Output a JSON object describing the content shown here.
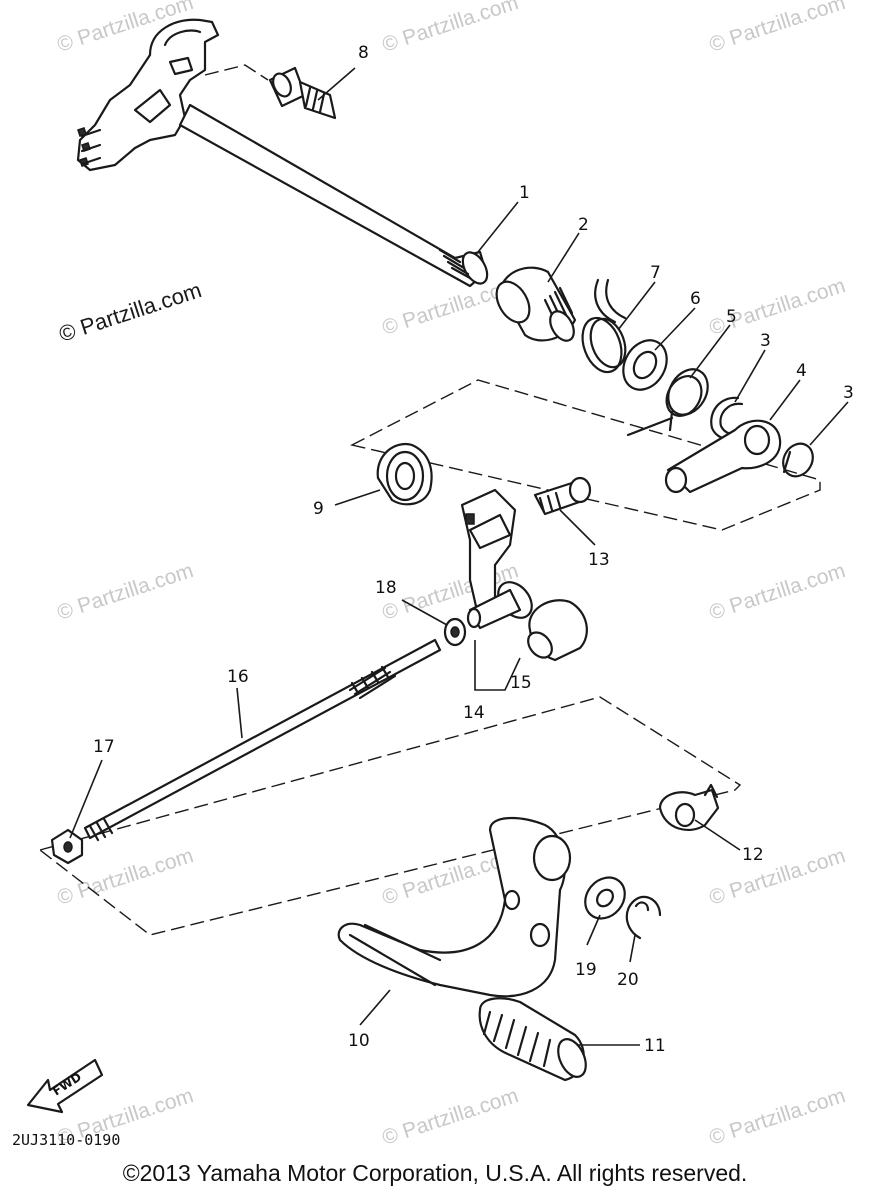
{
  "diagram": {
    "callouts": [
      "1",
      "2",
      "3",
      "3",
      "4",
      "5",
      "6",
      "7",
      "8",
      "9",
      "10",
      "11",
      "12",
      "13",
      "14",
      "15",
      "16",
      "17",
      "18",
      "19",
      "20"
    ],
    "part_code": "2UJ3110-0190",
    "fwd_label": "FWD",
    "watermark": "© Partzilla.com",
    "watermark_main": "© Partzilla.com"
  },
  "footer": {
    "copyright": "©2013 Yamaha Motor Corporation, U.S.A. All rights reserved."
  }
}
